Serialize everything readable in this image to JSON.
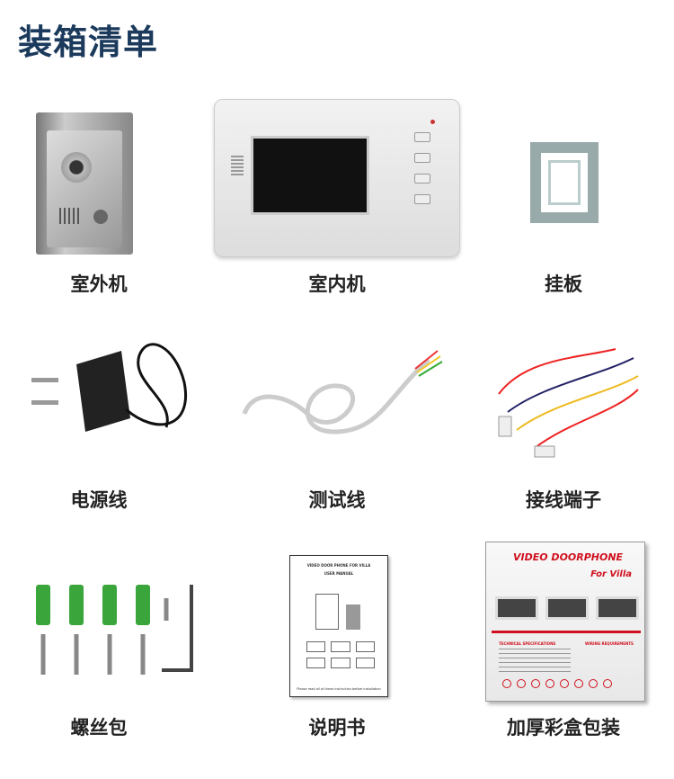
{
  "title": "装箱清单",
  "items": [
    {
      "label": "室外机",
      "icon": "outdoor-camera-unit"
    },
    {
      "label": "室内机",
      "icon": "indoor-monitor"
    },
    {
      "label": "挂板",
      "icon": "mounting-bracket"
    },
    {
      "label": "电源线",
      "icon": "power-adapter"
    },
    {
      "label": "测试线",
      "icon": "test-cable"
    },
    {
      "label": "接线端子",
      "icon": "wire-terminals"
    },
    {
      "label": "螺丝包",
      "icon": "screw-pack"
    },
    {
      "label": "说明书",
      "icon": "user-manual"
    },
    {
      "label": "加厚彩盒包装",
      "icon": "color-box"
    }
  ],
  "manual": {
    "title1": "VIDEO DOOR PHONE FOR VILLA",
    "title2": "USER MANUAL",
    "footer": "Please read all of these instruction before installation"
  },
  "box": {
    "title": "VIDEO DOORPHONE",
    "subtitle": "For Villa",
    "spec": "TECHNICAL SPECIFICATIONS",
    "wiring": "WIRING REQUIREMENTS"
  },
  "colors": {
    "title": "#1b3a5c",
    "box_red": "#d0101e",
    "anchor_green": "#3aa53a"
  }
}
